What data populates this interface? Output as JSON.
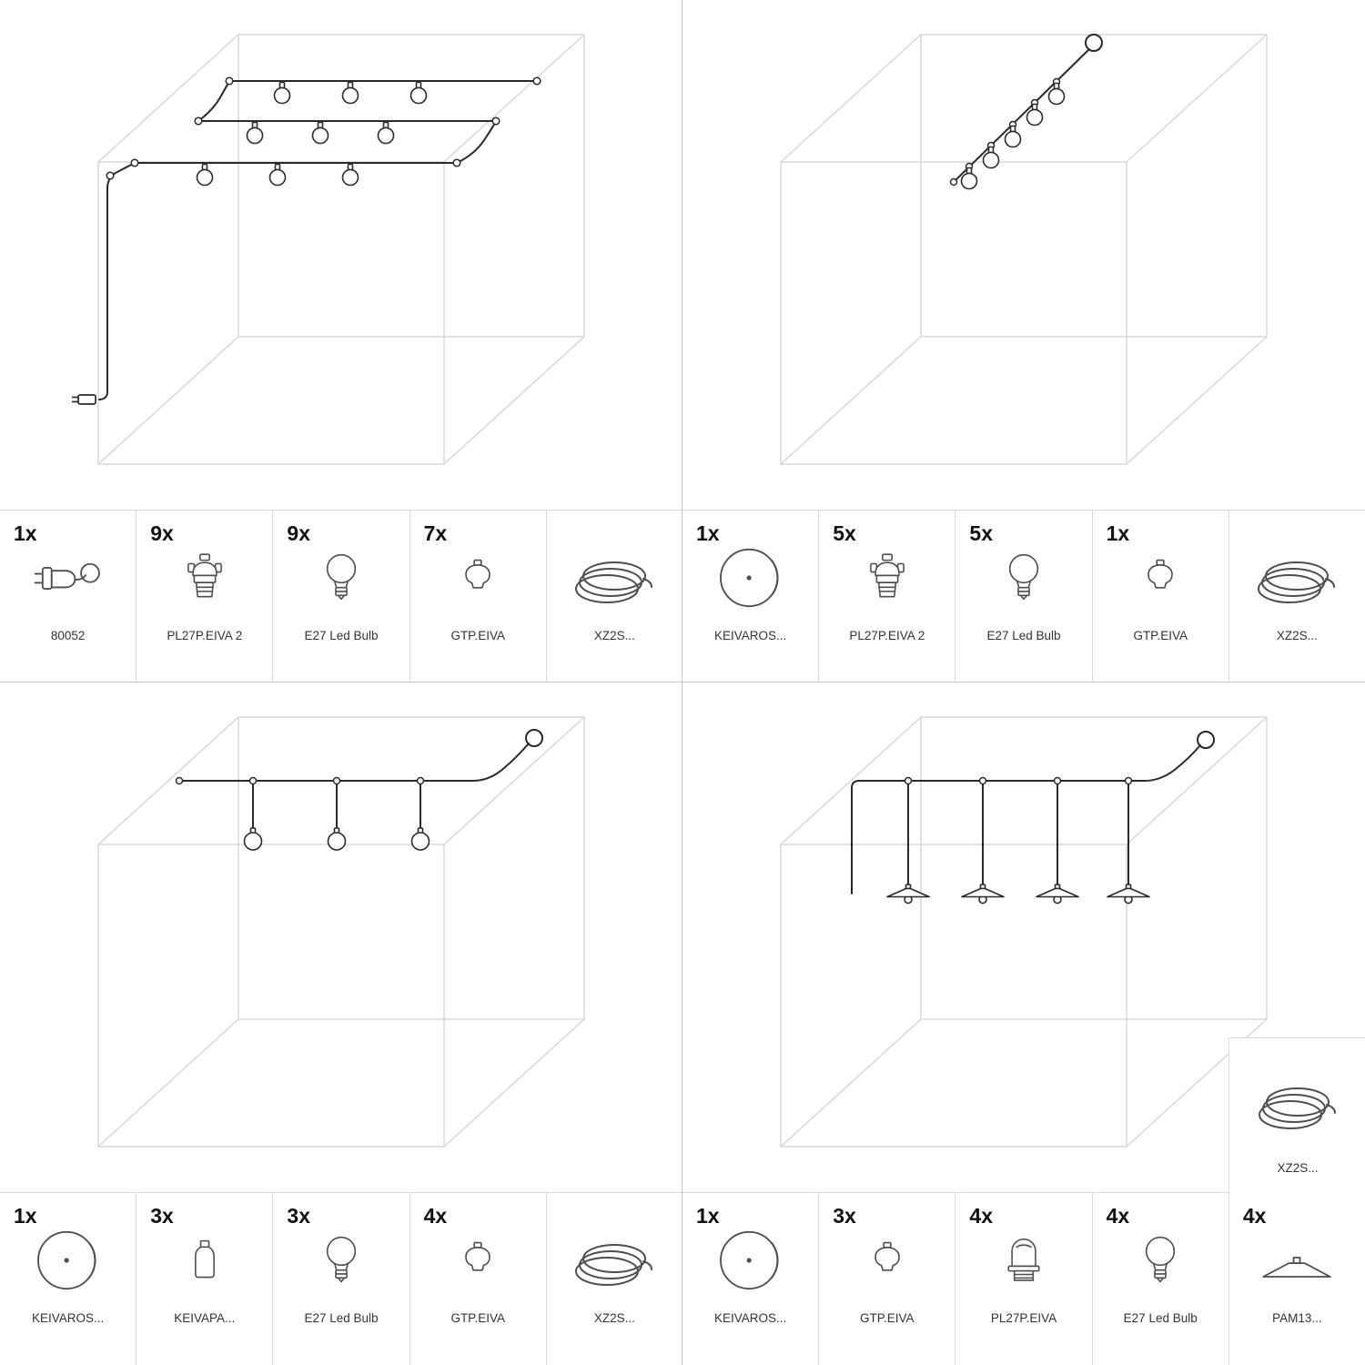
{
  "dividers": {
    "color": "#c4c4c4"
  },
  "panels": [
    {
      "name": "serpentine-string-lights-kit",
      "parts": [
        {
          "qty": "1x",
          "code": "80052"
        },
        {
          "qty": "9x",
          "code": "PL27P.EIVA 2"
        },
        {
          "qty": "9x",
          "code": "E27 Led Bulb"
        },
        {
          "qty": "7x",
          "code": "GTP.EIVA"
        },
        {
          "qty": "",
          "code": "XZ2S..."
        }
      ]
    },
    {
      "name": "diagonal-garland-kit",
      "parts": [
        {
          "qty": "1x",
          "code": "KEIVAROS..."
        },
        {
          "qty": "5x",
          "code": "PL27P.EIVA 2"
        },
        {
          "qty": "5x",
          "code": "E27 Led Bulb"
        },
        {
          "qty": "1x",
          "code": "GTP.EIVA"
        },
        {
          "qty": "",
          "code": "XZ2S..."
        }
      ]
    },
    {
      "name": "three-pendant-kit",
      "parts": [
        {
          "qty": "1x",
          "code": "KEIVAROS..."
        },
        {
          "qty": "3x",
          "code": "KEIVAPA..."
        },
        {
          "qty": "3x",
          "code": "E27 Led Bulb"
        },
        {
          "qty": "4x",
          "code": "GTP.EIVA"
        },
        {
          "qty": "",
          "code": "XZ2S..."
        }
      ]
    },
    {
      "name": "four-pendant-shade-kit",
      "extra": {
        "qty": "",
        "code": "XZ2S..."
      },
      "parts": [
        {
          "qty": "1x",
          "code": "KEIVAROS..."
        },
        {
          "qty": "3x",
          "code": "GTP.EIVA"
        },
        {
          "qty": "4x",
          "code": "PL27P.EIVA"
        },
        {
          "qty": "4x",
          "code": "E27 Led Bulb"
        },
        {
          "qty": "4x",
          "code": "PAM13..."
        }
      ]
    }
  ]
}
